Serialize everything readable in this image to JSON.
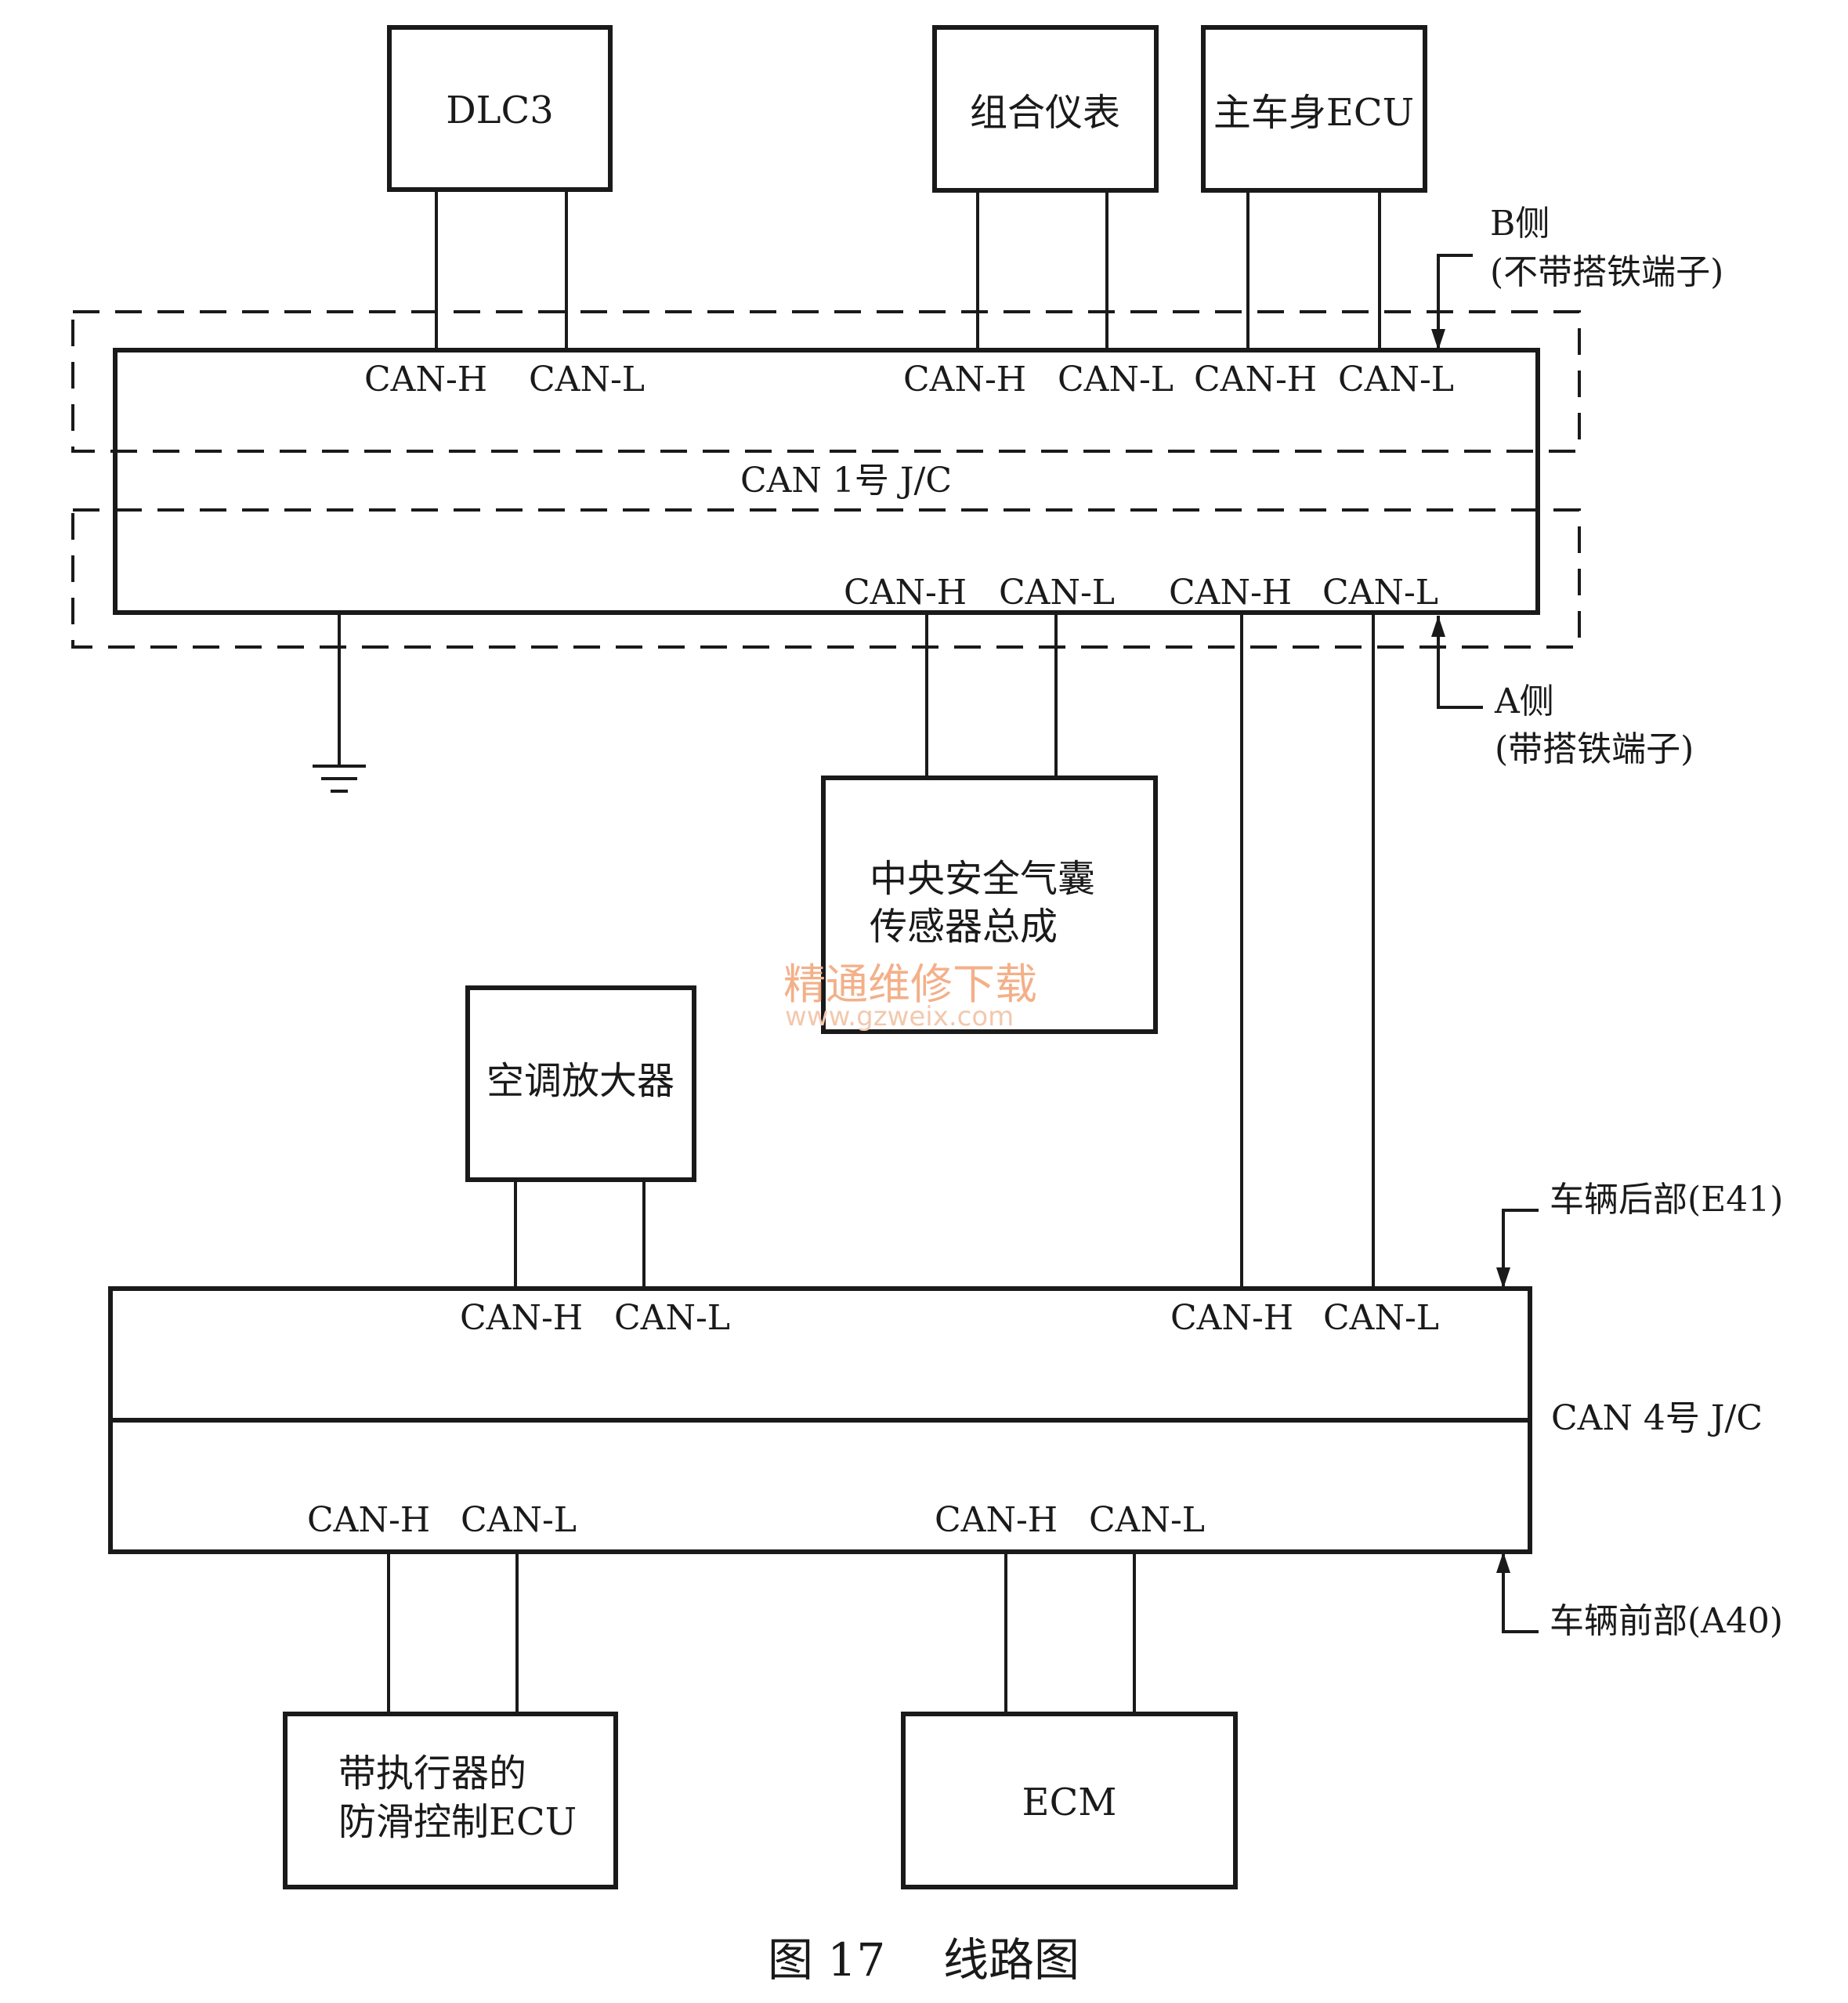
{
  "modules": {
    "dlc3": "DLC3",
    "combination_meter": "组合仪表",
    "main_body_ecu": "主车身ECU",
    "airbag_sensor": [
      "中央安全气囊",
      "传感器总成"
    ],
    "ac_amplifier": "空调放大器",
    "skid_control_ecu": [
      "带执行器的",
      "防滑控制ECU"
    ],
    "ecm": "ECM"
  },
  "junctions": {
    "jc1": "CAN 1号 J/C",
    "jc4": "CAN 4号 J/C"
  },
  "pins": {
    "h": "CAN-H",
    "l": "CAN-L"
  },
  "sides": {
    "b_side": "B侧",
    "b_side_note": "(不带搭铁端子)",
    "a_side": "A侧",
    "a_side_note": "(带搭铁端子)",
    "rear": "车辆后部(E41)",
    "front": "车辆前部(A40)"
  },
  "caption": "图 17    线路图",
  "watermark": {
    "line1": "精通维修下载",
    "line2": "www.gzweix.com"
  }
}
